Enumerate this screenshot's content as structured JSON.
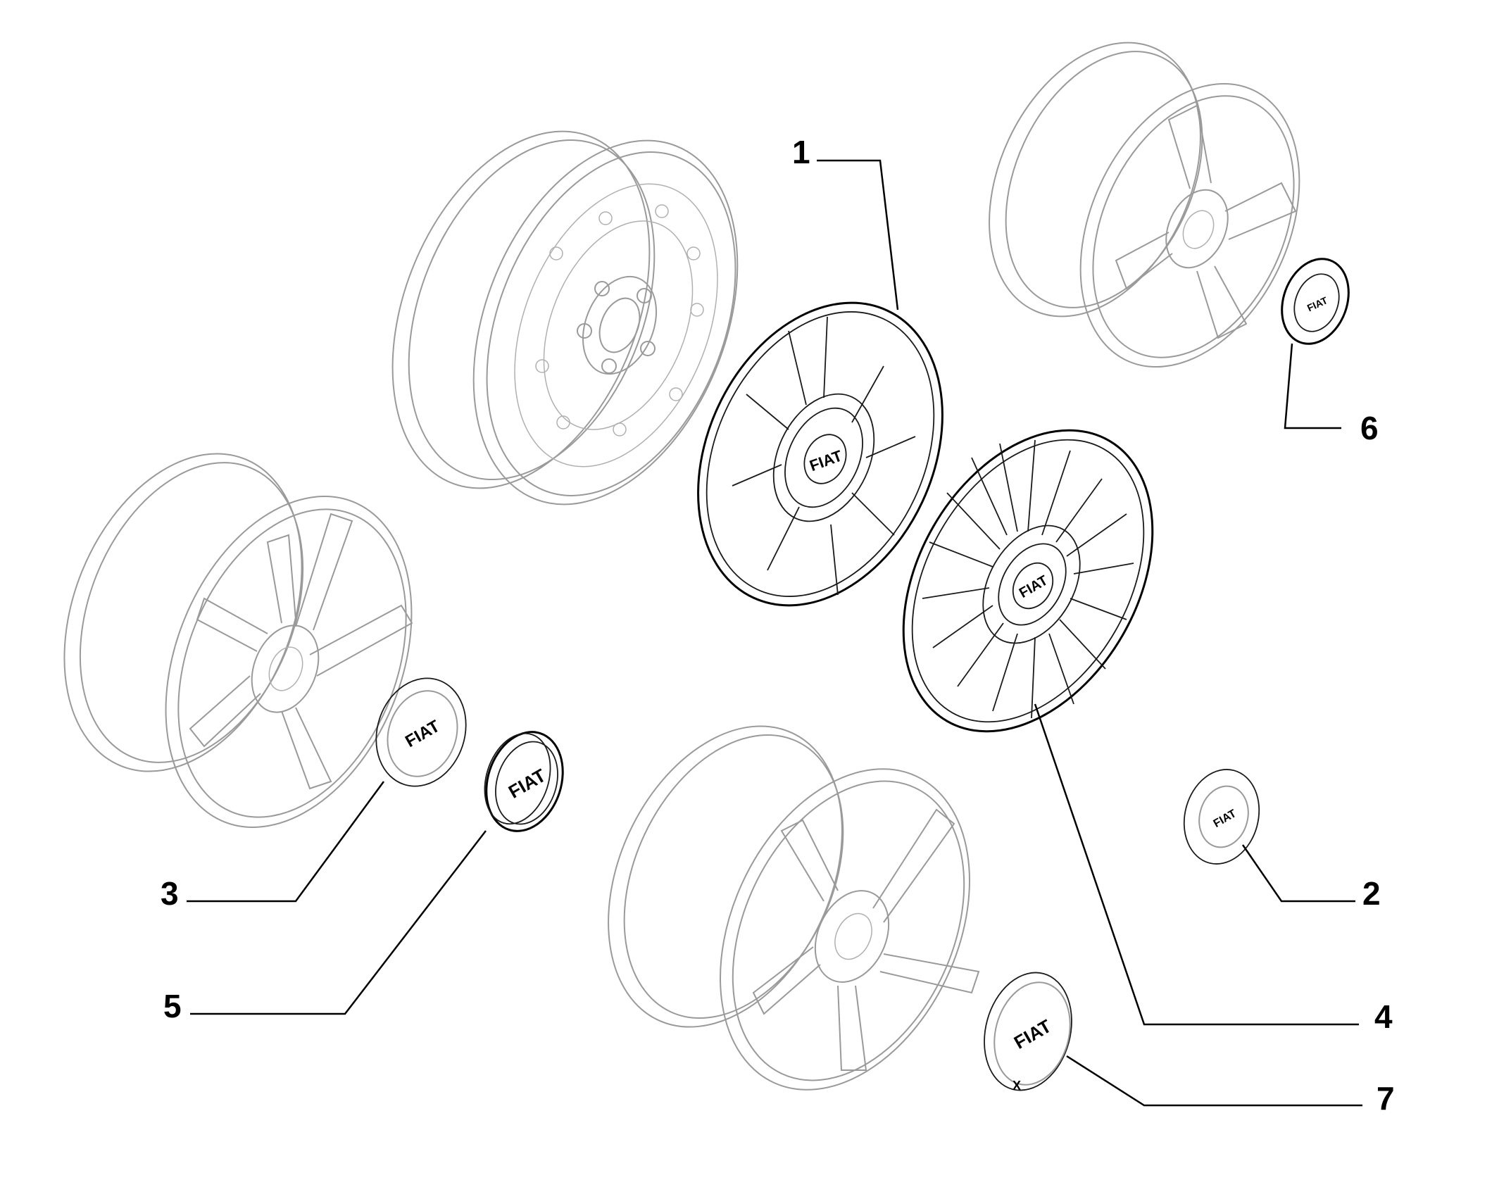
{
  "callouts": [
    {
      "number": "1"
    },
    {
      "number": "2"
    },
    {
      "number": "3"
    },
    {
      "number": "4"
    },
    {
      "number": "5"
    },
    {
      "number": "6"
    },
    {
      "number": "7"
    }
  ],
  "logos": {
    "brand": "FIAT",
    "cap7_mark": "X"
  },
  "colors": {
    "background": "#ffffff",
    "line_dark": "#000000",
    "line_faint": "#9a9a9a"
  }
}
